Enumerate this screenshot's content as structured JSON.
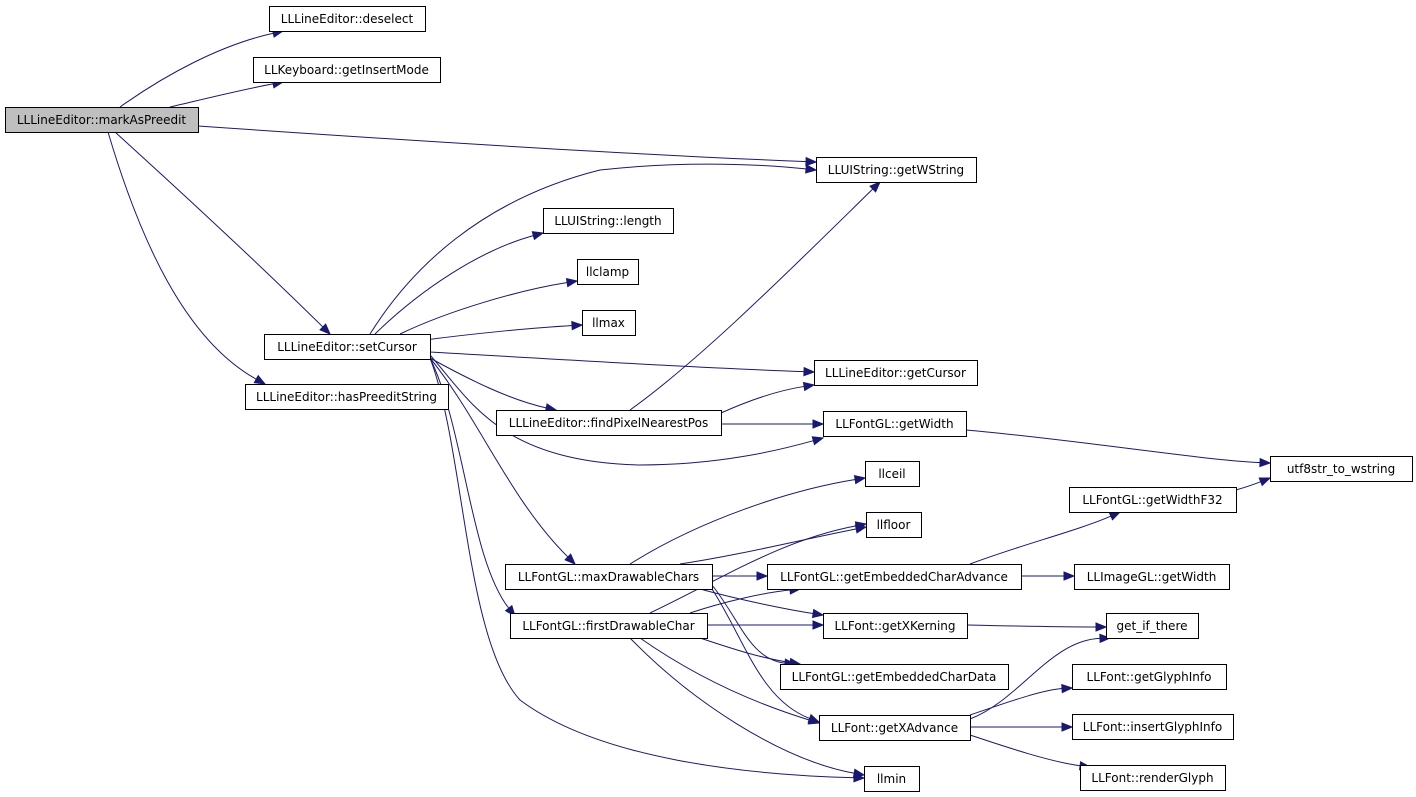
{
  "graph": {
    "nodes": [
      {
        "id": "markAsPreedit",
        "label": "LLLineEditor::markAsPreedit",
        "root": true
      },
      {
        "id": "deselect",
        "label": "LLLineEditor::deselect"
      },
      {
        "id": "getInsertMode",
        "label": "LLKeyboard::getInsertMode"
      },
      {
        "id": "getWString",
        "label": "LLUIString::getWString"
      },
      {
        "id": "uiLength",
        "label": "LLUIString::length"
      },
      {
        "id": "llclamp",
        "label": "llclamp"
      },
      {
        "id": "llmax",
        "label": "llmax"
      },
      {
        "id": "setCursor",
        "label": "LLLineEditor::setCursor"
      },
      {
        "id": "getCursor",
        "label": "LLLineEditor::getCursor"
      },
      {
        "id": "hasPreeditString",
        "label": "LLLineEditor::hasPreeditString"
      },
      {
        "id": "findPixelNearestPos",
        "label": "LLLineEditor::findPixelNearestPos"
      },
      {
        "id": "fontGetWidth",
        "label": "LLFontGL::getWidth"
      },
      {
        "id": "utf8str",
        "label": "utf8str_to_wstring"
      },
      {
        "id": "llceil",
        "label": "llceil"
      },
      {
        "id": "getWidthF32",
        "label": "LLFontGL::getWidthF32"
      },
      {
        "id": "llfloor",
        "label": "llfloor"
      },
      {
        "id": "maxDrawableChars",
        "label": "LLFontGL::maxDrawableChars"
      },
      {
        "id": "getEmbeddedCharAdvance",
        "label": "LLFontGL::getEmbeddedCharAdvance"
      },
      {
        "id": "imageGetWidth",
        "label": "LLImageGL::getWidth"
      },
      {
        "id": "firstDrawableChar",
        "label": "LLFontGL::firstDrawableChar"
      },
      {
        "id": "getXKerning",
        "label": "LLFont::getXKerning"
      },
      {
        "id": "getIfThere",
        "label": "get_if_there"
      },
      {
        "id": "getEmbeddedCharData",
        "label": "LLFontGL::getEmbeddedCharData"
      },
      {
        "id": "getGlyphInfo",
        "label": "LLFont::getGlyphInfo"
      },
      {
        "id": "getXAdvance",
        "label": "LLFont::getXAdvance"
      },
      {
        "id": "insertGlyphInfo",
        "label": "LLFont::insertGlyphInfo"
      },
      {
        "id": "llmin",
        "label": "llmin"
      },
      {
        "id": "renderGlyph",
        "label": "LLFont::renderGlyph"
      }
    ],
    "edges": [
      {
        "from": "markAsPreedit",
        "to": "deselect"
      },
      {
        "from": "markAsPreedit",
        "to": "getInsertMode"
      },
      {
        "from": "markAsPreedit",
        "to": "getWString"
      },
      {
        "from": "markAsPreedit",
        "to": "setCursor"
      },
      {
        "from": "markAsPreedit",
        "to": "hasPreeditString"
      },
      {
        "from": "setCursor",
        "to": "getWString"
      },
      {
        "from": "setCursor",
        "to": "uiLength"
      },
      {
        "from": "setCursor",
        "to": "llclamp"
      },
      {
        "from": "setCursor",
        "to": "llmax"
      },
      {
        "from": "setCursor",
        "to": "getCursor"
      },
      {
        "from": "setCursor",
        "to": "findPixelNearestPos"
      },
      {
        "from": "setCursor",
        "to": "fontGetWidth"
      },
      {
        "from": "setCursor",
        "to": "maxDrawableChars"
      },
      {
        "from": "setCursor",
        "to": "firstDrawableChar"
      },
      {
        "from": "setCursor",
        "to": "llmin"
      },
      {
        "from": "findPixelNearestPos",
        "to": "getWString"
      },
      {
        "from": "findPixelNearestPos",
        "to": "getCursor"
      },
      {
        "from": "findPixelNearestPos",
        "to": "fontGetWidth"
      },
      {
        "from": "fontGetWidth",
        "to": "utf8str"
      },
      {
        "from": "getWidthF32",
        "to": "utf8str"
      },
      {
        "from": "maxDrawableChars",
        "to": "llceil"
      },
      {
        "from": "maxDrawableChars",
        "to": "llfloor"
      },
      {
        "from": "maxDrawableChars",
        "to": "getEmbeddedCharAdvance"
      },
      {
        "from": "maxDrawableChars",
        "to": "getXKerning"
      },
      {
        "from": "maxDrawableChars",
        "to": "getEmbeddedCharData"
      },
      {
        "from": "maxDrawableChars",
        "to": "getXAdvance"
      },
      {
        "from": "firstDrawableChar",
        "to": "llfloor"
      },
      {
        "from": "firstDrawableChar",
        "to": "getEmbeddedCharAdvance"
      },
      {
        "from": "firstDrawableChar",
        "to": "getXKerning"
      },
      {
        "from": "firstDrawableChar",
        "to": "getEmbeddedCharData"
      },
      {
        "from": "firstDrawableChar",
        "to": "getXAdvance"
      },
      {
        "from": "firstDrawableChar",
        "to": "llmin"
      },
      {
        "from": "getEmbeddedCharAdvance",
        "to": "getWidthF32"
      },
      {
        "from": "getEmbeddedCharAdvance",
        "to": "imageGetWidth"
      },
      {
        "from": "getXKerning",
        "to": "getIfThere"
      },
      {
        "from": "getXAdvance",
        "to": "getIfThere"
      },
      {
        "from": "getXAdvance",
        "to": "getGlyphInfo"
      },
      {
        "from": "getXAdvance",
        "to": "insertGlyphInfo"
      },
      {
        "from": "getXAdvance",
        "to": "renderGlyph"
      }
    ]
  },
  "colors": {
    "edge": "#191970",
    "root_fill": "#bfbfbf",
    "node_fill": "#ffffff",
    "node_stroke": "#000000"
  }
}
